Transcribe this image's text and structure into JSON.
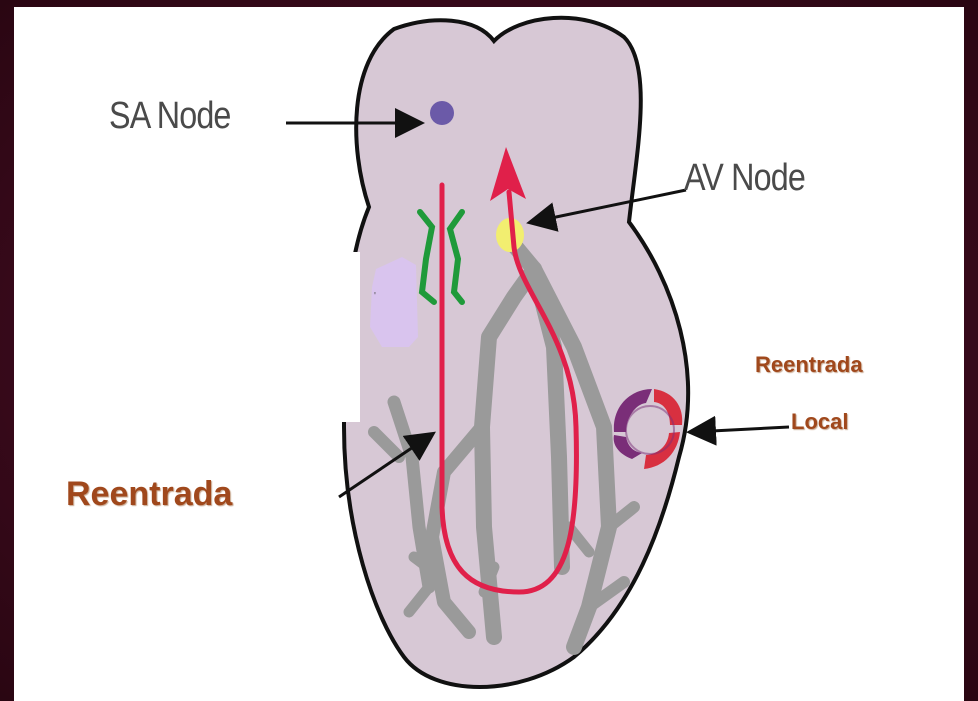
{
  "labels": {
    "sa_node": "SA Node",
    "av_node": "AV Node",
    "reentrada": "Reentrada",
    "reentrada_local_line1": "Reentrada",
    "reentrada_local_line2": "Local"
  },
  "colors": {
    "heart_fill": "#d7c8d5",
    "heart_outline": "#111111",
    "sa_node": "#6b5aa8",
    "av_node": "#f2ee70",
    "conduction_path": "#9a9a9a",
    "reentry_path": "#e0204a",
    "block_marks": "#1f9a3a",
    "lilac_patch": "#d9c4ee",
    "local_circuit_a": "#7a2e78",
    "local_circuit_b": "#d83040",
    "label_text": "#4a4a4a",
    "reentry_label": "#a0481c",
    "border": "#3a0a1c"
  }
}
